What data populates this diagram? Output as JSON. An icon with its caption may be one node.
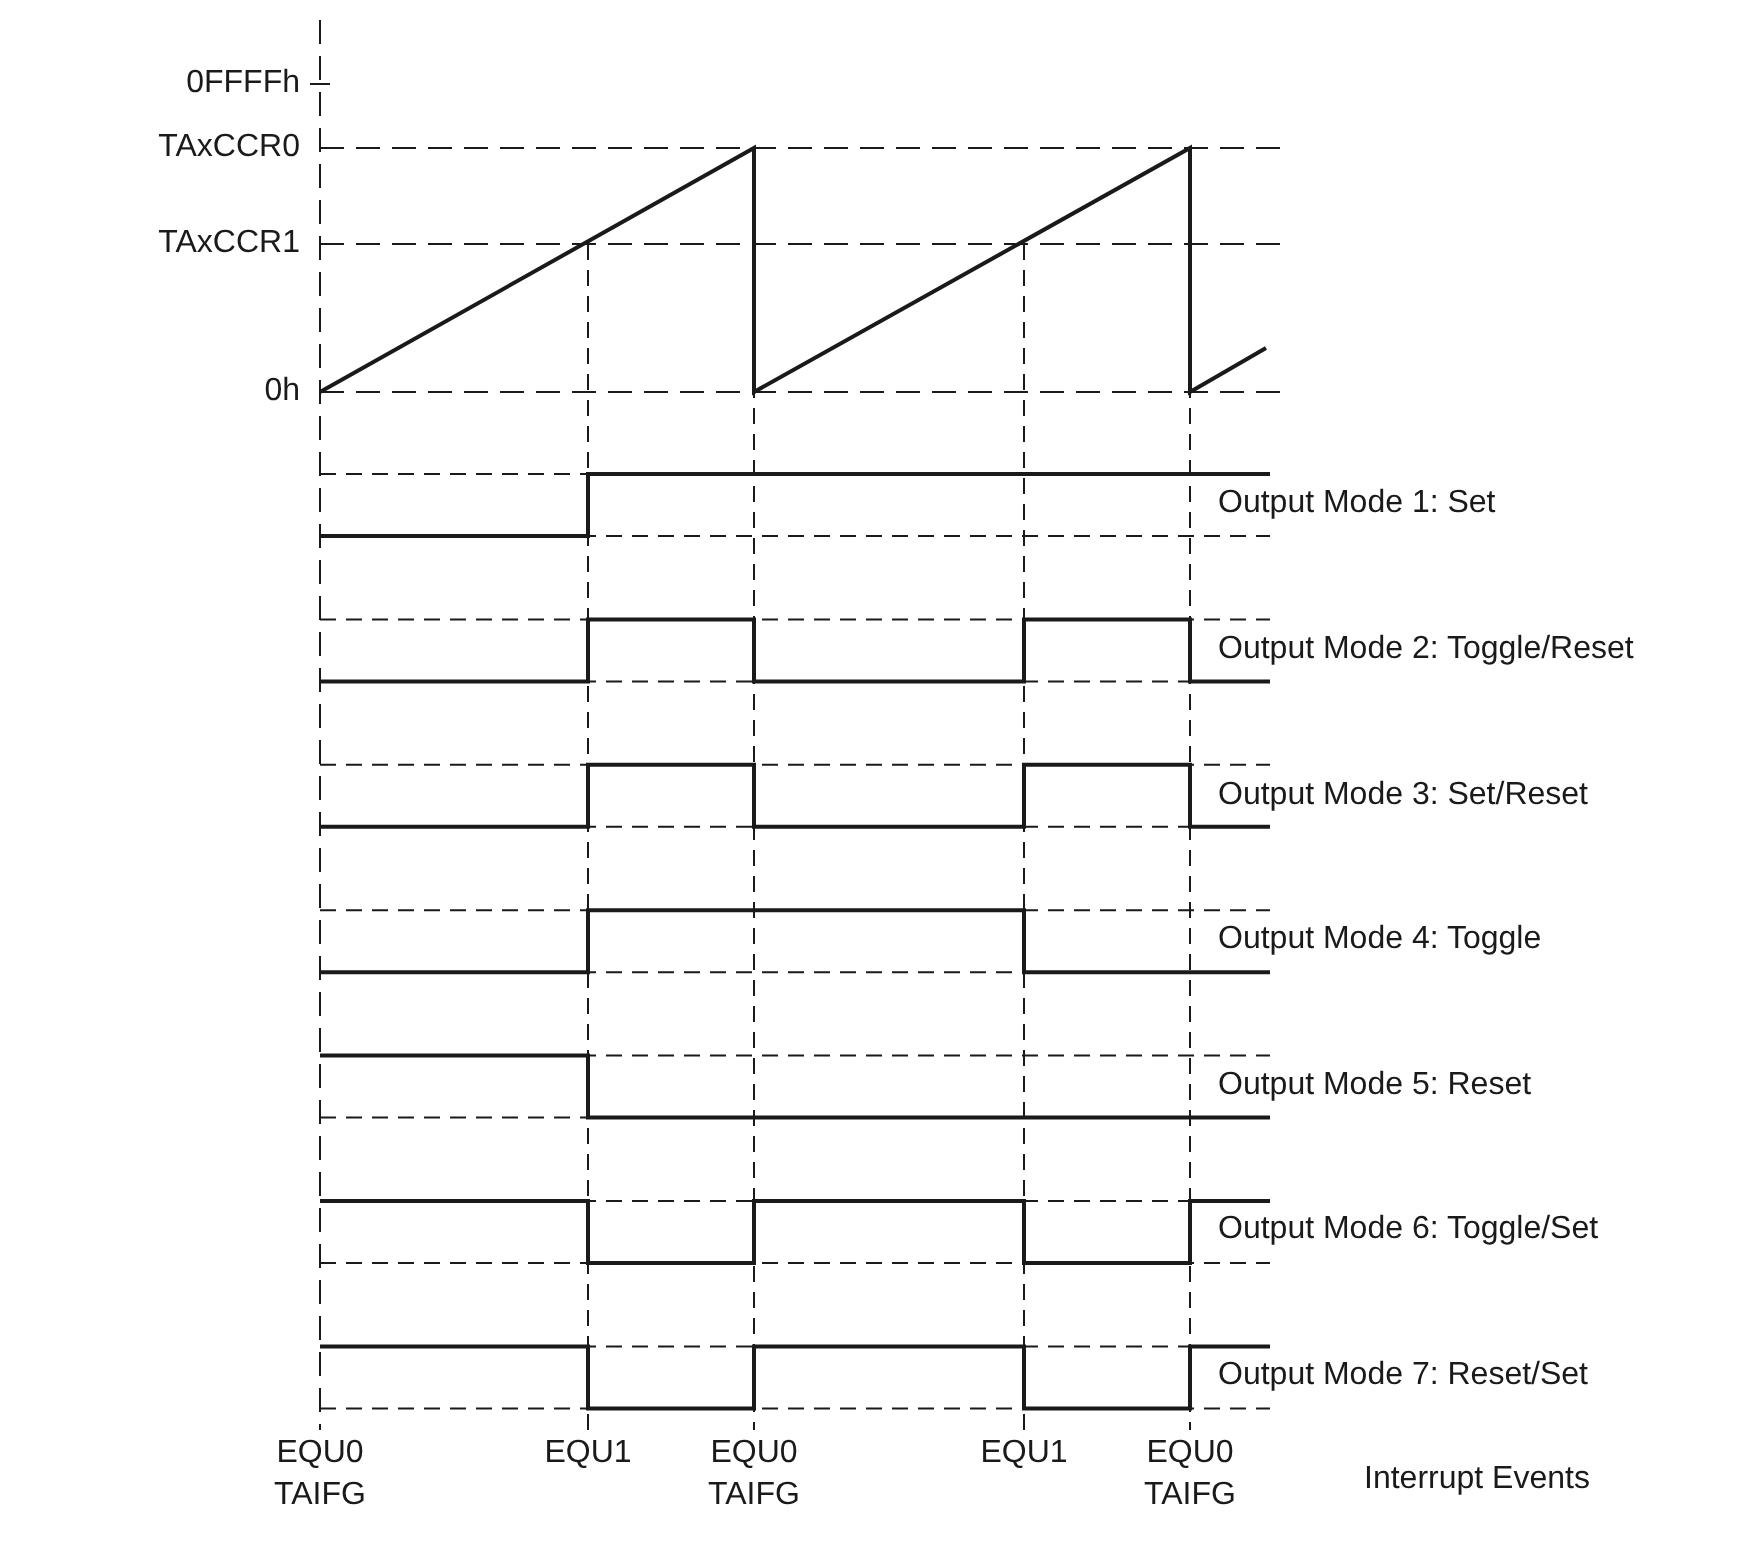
{
  "diagram": {
    "labels": [
      "0FFFFh",
      "TAxCCR0",
      "TAxCCR1",
      "0h",
      "Output Mode 1: Set",
      "Output Mode 2: Toggle/Reset",
      "Output Mode 3: Set/Reset",
      "Output Mode 4: Toggle",
      "Output Mode 5: Reset",
      "Output Mode 6: Toggle/Set",
      "Output Mode 7: Reset/Set",
      "EQU0",
      "TAIFG",
      "EQU1",
      "EQU0",
      "TAIFG",
      "EQU1",
      "EQU0",
      "TAIFG",
      "Interrupt Events"
    ]
  }
}
